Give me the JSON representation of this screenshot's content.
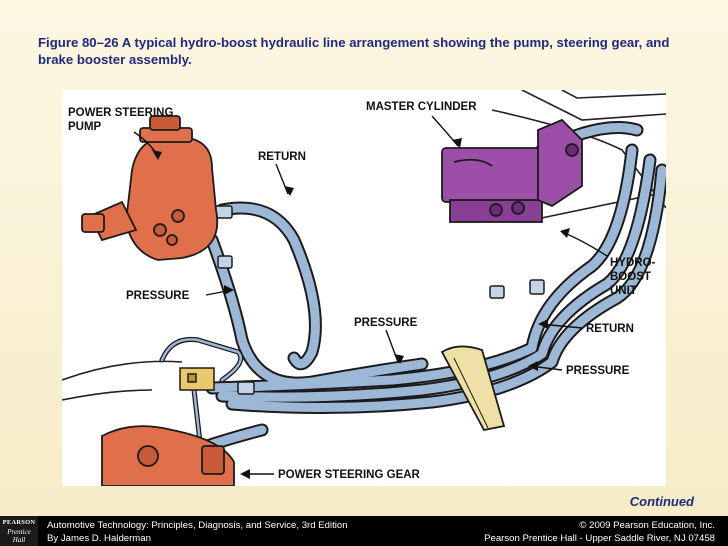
{
  "caption": "Figure 80–26  A typical hydro-boost hydraulic line arrangement showing the pump, steering gear, and brake booster assembly.",
  "figure": {
    "labels": {
      "pump_line1": "POWER STEERING",
      "pump_line2": "PUMP",
      "master_cylinder": "MASTER CYLINDER",
      "return_top": "RETURN",
      "pressure_left": "PRESSURE",
      "pressure_mid": "PRESSURE",
      "hydro_line1": "HYDRO-",
      "hydro_line2": "BOOST",
      "hydro_line3": "UNIT",
      "return_right": "RETURN",
      "pressure_right": "PRESSURE",
      "steering_gear": "POWER STEERING GEAR"
    },
    "colors": {
      "hose": "#9db7d6",
      "pump": "#e0704b",
      "master_cylinder": "#9b4fa6",
      "valve": "#e9c96a",
      "bracket": "#efe0a5"
    }
  },
  "continued": "Continued",
  "footer": {
    "logo_line1": "PEARSON",
    "logo_line2": "Prentice",
    "logo_line3": "Hall",
    "left_line1": "Automotive Technology: Principles, Diagnosis, and Service, 3rd Edition",
    "left_line2": "By James D. Halderman",
    "right_line1": "© 2009 Pearson Education, Inc.",
    "right_line2": "Pearson Prentice Hall - Upper Saddle River, NJ 07458"
  }
}
